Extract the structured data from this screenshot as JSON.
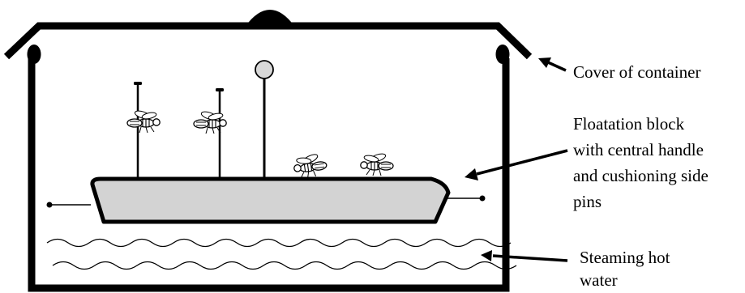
{
  "labels": {
    "cover": "Cover of container",
    "block": [
      "Floatation block",
      "with central handle",
      "and cushioning side",
      "pins"
    ],
    "water": [
      "Steaming hot",
      "water"
    ]
  },
  "colors": {
    "ink": "#000000",
    "block_fill": "#d3d3d3",
    "knob_fill": "#d8d8d8"
  },
  "icons": [
    "bee-icon"
  ]
}
